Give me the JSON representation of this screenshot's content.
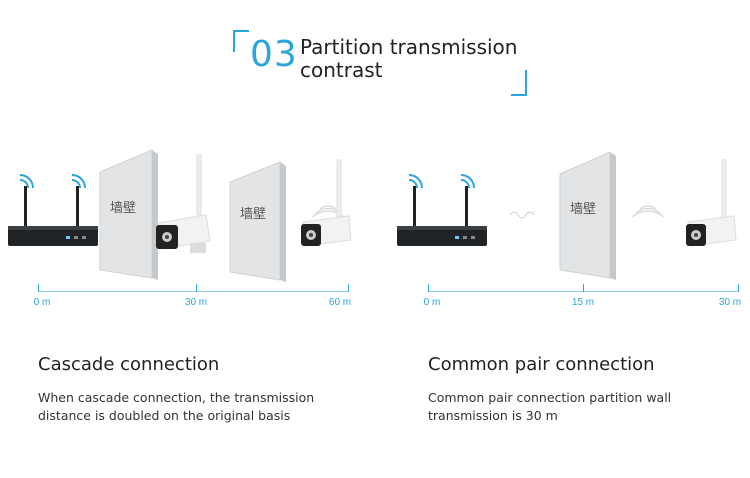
{
  "header": {
    "number": "03",
    "title_line1": "Partition transmission",
    "title_line2": "contrast"
  },
  "wall_label": "墙壁",
  "left_panel": {
    "scale": [
      "0 m",
      "30 m",
      "60 m"
    ],
    "title": "Cascade connection",
    "desc_line1": "When cascade connection, the transmission",
    "desc_line2": "distance is doubled on the original basis"
  },
  "right_panel": {
    "scale": [
      "0 m",
      "15 m",
      "30 m"
    ],
    "title": "Common pair connection",
    "desc_line1": "Common pair connection partition wall",
    "desc_line2": "transmission is 30 m"
  },
  "colors": {
    "accent": "#2aa4dc",
    "wifi": "#2aa4dc"
  }
}
